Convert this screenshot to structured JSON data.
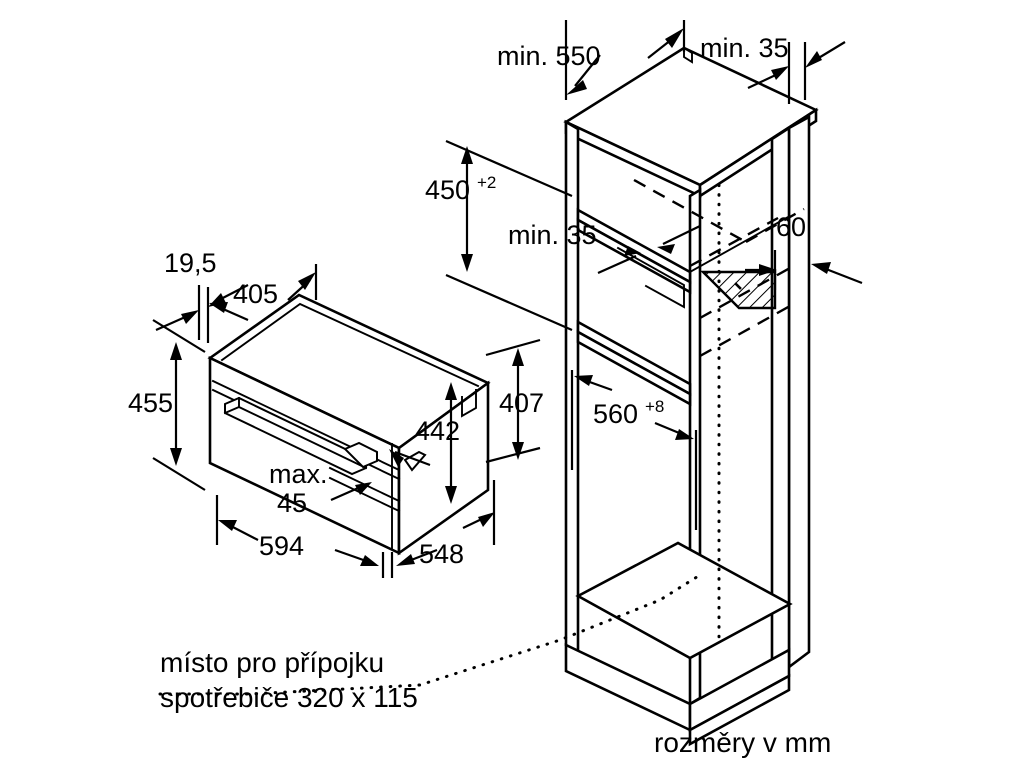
{
  "diagram": {
    "title": "Built-in compact oven installation dimensions",
    "units_note": "rozměry v mm",
    "connection_note_line1": "místo pro přípojku",
    "connection_note_line2": "spotřebiče 320 x 115",
    "stroke_color": "#000000",
    "background_color": "#ffffff"
  },
  "appliance": {
    "label": "compact oven",
    "dimensions": {
      "front_panel_offset": "19,5",
      "depth_top": "405",
      "front_height": "455",
      "body_height": "442",
      "side_height": "407",
      "width_front": "594",
      "depth_body": "548",
      "door_gap_label": "max.",
      "door_gap_value": "45"
    }
  },
  "cabinet": {
    "label": "installation niche",
    "dimensions": {
      "depth_min": "min. 550",
      "top_clearance_min": "min. 35",
      "niche_height": "450",
      "niche_height_tolerance": "+2",
      "shelf_clearance_min": "min. 35",
      "rear_recess": "60",
      "niche_width": "560",
      "niche_width_tolerance": "+8"
    }
  },
  "dimension_labels": [
    {
      "id": "min-550",
      "text": "min. 550"
    },
    {
      "id": "min-35-top",
      "text": "min. 35"
    },
    {
      "id": "450",
      "text": "450",
      "sup": "+2"
    },
    {
      "id": "min-35-shelf",
      "text": "min. 35"
    },
    {
      "id": "60",
      "text": "60"
    },
    {
      "id": "560",
      "text": "560",
      "sup": "+8"
    },
    {
      "id": "19-5",
      "text": "19,5"
    },
    {
      "id": "405",
      "text": "405"
    },
    {
      "id": "455",
      "text": "455"
    },
    {
      "id": "442",
      "text": "442"
    },
    {
      "id": "407",
      "text": "407"
    },
    {
      "id": "max",
      "text": "max."
    },
    {
      "id": "45",
      "text": "45"
    },
    {
      "id": "594",
      "text": "594"
    },
    {
      "id": "548",
      "text": "548"
    }
  ]
}
